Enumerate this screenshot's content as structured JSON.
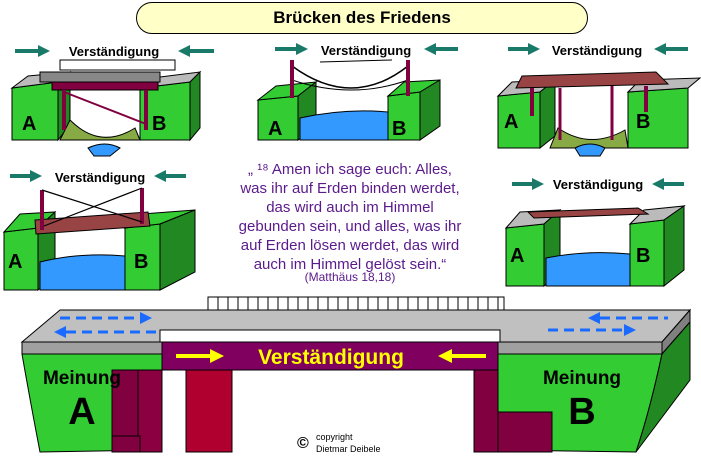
{
  "title": "Brücken des Friedens",
  "small_label": "Verständigung",
  "quote": {
    "lines": [
      "„ ¹⁸ Amen ich sage euch: Alles,",
      "was ihr auf Erden binden werdet,",
      "das wird auch im Himmel",
      "gebunden sein, und alles, was ihr",
      "auf Erden lösen werdet, das wird",
      "auch im Himmel gelöst sein.“"
    ],
    "source": "(Matthäus 18,18)"
  },
  "bank_labels": {
    "left": "A",
    "right": "B"
  },
  "big_bridge": {
    "banner": "Verständigung",
    "left_word": "Meinung",
    "left_letter": "A",
    "right_word": "Meinung",
    "right_letter": "B"
  },
  "copyright": {
    "symbol": "©",
    "line1": "copyright",
    "line2": "Dietmar Deibele"
  },
  "colors": {
    "green": "#33cc33",
    "water": "#3399ff",
    "bridge": "#800040",
    "arrow_teal": "#1a7a6a",
    "banner_text": "#ffff00"
  }
}
